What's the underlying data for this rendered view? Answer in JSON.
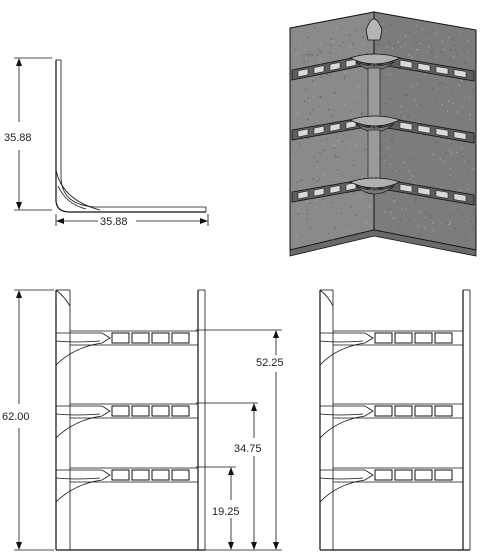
{
  "colors": {
    "line": "#111111",
    "panel_gray": "#8a8a8a",
    "panel_dark": "#5e5e5e",
    "tile_light": "#d9d9d9",
    "background": "#ffffff"
  },
  "views": {
    "top_view": {
      "dim_height": "35.88",
      "dim_width": "35.88"
    },
    "front_view": {
      "dim_total_height": "62.00",
      "dim_shelf_top": "52.25",
      "dim_shelf_middle": "34.75",
      "dim_shelf_bottom": "19.25",
      "shelf_count": 3,
      "tiles_per_row": 4
    },
    "side_view": {
      "shelf_count": 3,
      "tiles_per_row": 4
    },
    "iso_view": {
      "shelf_count": 3
    }
  }
}
